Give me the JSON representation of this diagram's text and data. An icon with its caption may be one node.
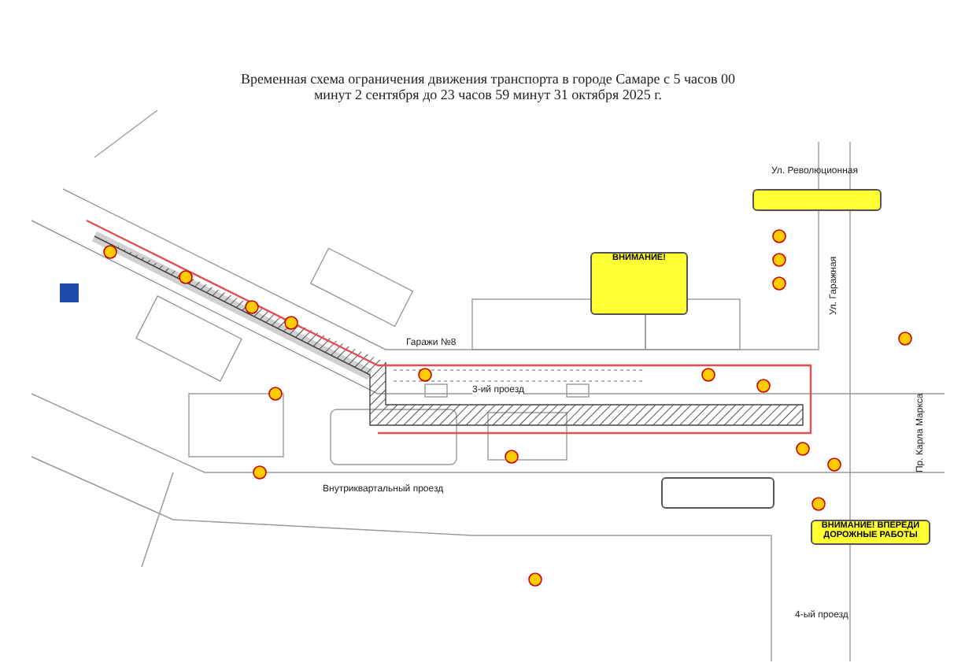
{
  "diagram": {
    "title": "Временная схема ограничения движения транспорта в городе Самаре с 5 часов 00 минут 2 сентября до 23 часов 59 минут 31 октября 2025 г.",
    "nodes": [
      {
        "text": [
          "ВНИМАНИЕ!"
        ]
      },
      {
        "text": [],
        "shape": "box"
      },
      {
        "text": [
          "ВНИМАНИЕ! ВПЕРЕДИ ДОРОЖНЫЕ РАБОТЫ"
        ]
      },
      {
        "text": [],
        "shape": "box"
      }
    ],
    "edges": [],
    "labels": [
      "Ул. Революционная",
      "Гаражи №8",
      "Ул. Гаражная",
      "3-ий проезд",
      "Пр. Карла Маркса",
      "Внутриквартальный проезд",
      "4-ый проезд"
    ]
  }
}
